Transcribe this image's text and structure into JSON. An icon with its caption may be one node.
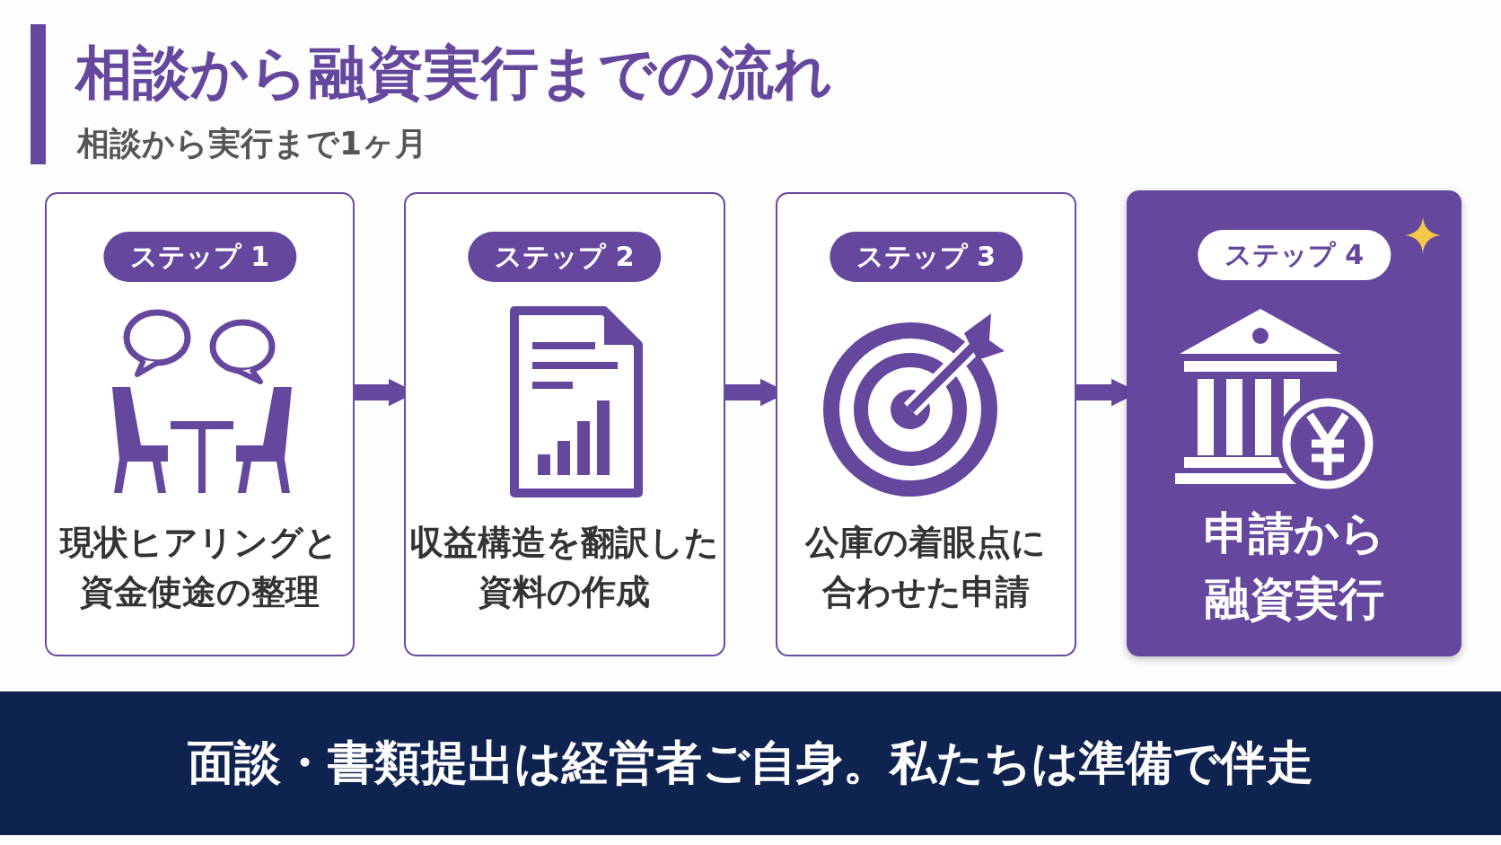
{
  "diagram": {
    "title": "相談から融資実行までの流れ",
    "nodes": [
      {
        "text": [
          "ステップ 1",
          "現状ヒアリングと資金使途の整理"
        ]
      },
      {
        "text": [
          "ステップ 2",
          "収益構造を翻訳した資料の作成"
        ]
      },
      {
        "text": [
          "ステップ 3",
          "公庫の着眼点に合わせた申請"
        ]
      },
      {
        "text": [
          "ステップ 4",
          "申請から融資実行"
        ]
      },
      {
        "text": [
          "面談・書類提出は経営者ご自身。私たちは準備で伴走"
        ]
      }
    ],
    "edges": [
      {
        "from": 0,
        "to": 1,
        "arrow": "to"
      },
      {
        "from": 1,
        "to": 2,
        "arrow": "to"
      },
      {
        "from": 2,
        "to": 3,
        "arrow": "to"
      }
    ],
    "labels": [
      "相談から実行まで1ヶ月"
    ]
  }
}
